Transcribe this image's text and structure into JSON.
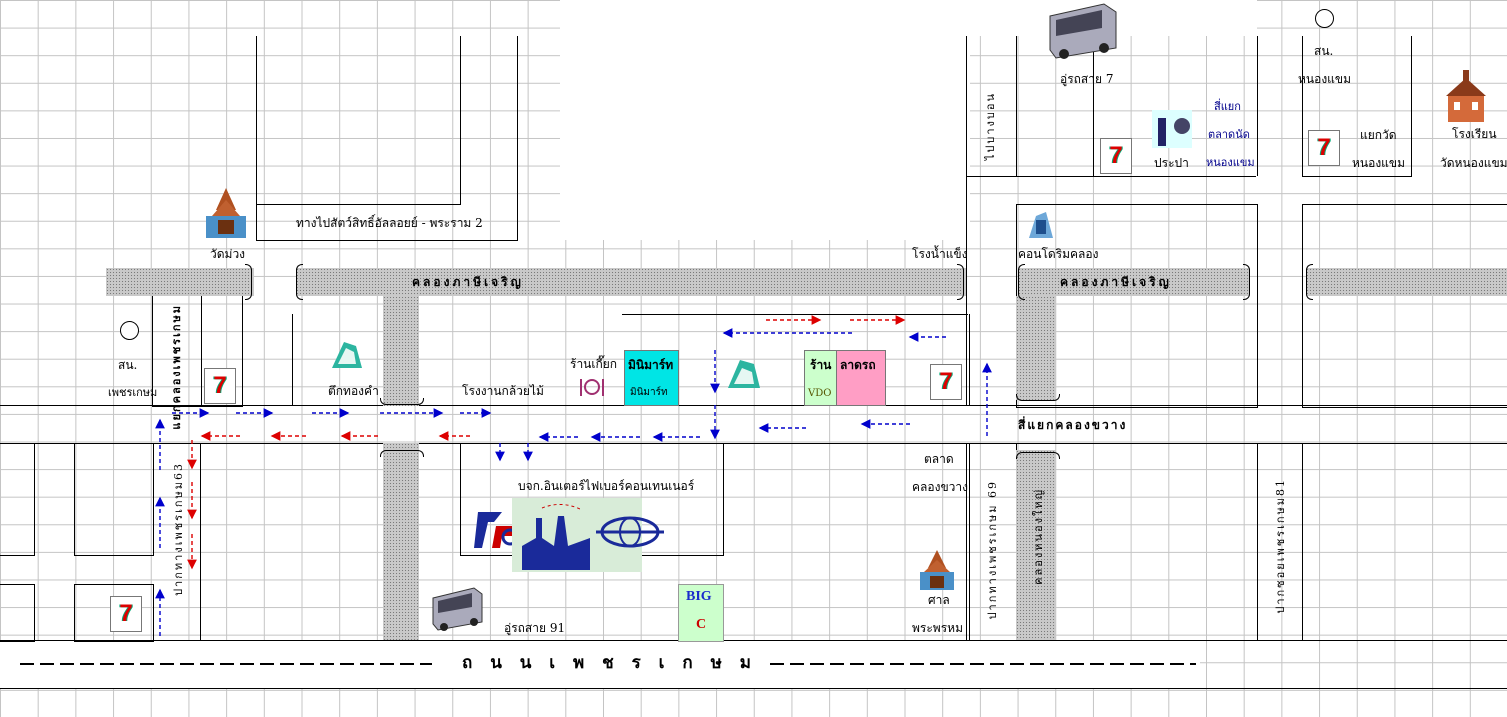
{
  "labels": {
    "canal_1": "คลองภาษีเจริญ",
    "canal_2": "คลองภาษีเจริญ",
    "road_main": "ถ น น เ พ ช ร เ ก ษ ม",
    "route_to_zoo": "ทางไปสัตว์สิทธิ์อัลลอยย์ - พระราม 2",
    "wat_muang": "วัดม่วง",
    "ice_factory": "โรงน้ำแข็ง",
    "condo_canal": "คอนโดริมคลอง",
    "bus_7": "อู่รถสาย 7",
    "bus_91": "อู่รถสาย 91",
    "police_1_a": "สน.",
    "police_1_b": "เพชรเกษม",
    "police_2_a": "สน.",
    "police_2_b": "หนองแขม",
    "school_a": "โรงเรียน",
    "school_b": "วัดหนองแขม",
    "intersection_wat_a": "แยกวัด",
    "intersection_wat_b": "หนองแขม",
    "four_way_a": "สี่แยก",
    "four_way_b": "ตลาดนัด",
    "four_way_c": "หนองแขม",
    "water_supply": "ประปา",
    "to_bang_bon": "ไปบางบอน",
    "tuk_thong_kham": "ตึกทองคำ",
    "orchid_factory": "โรงงานกล้วยไม้",
    "noodle_shop": "ร้านเกี๊ยก",
    "minimart_a": "มินิมาร์ท",
    "minimart_b": "มินิมาร์ท",
    "shop_a": "ร้าน",
    "shop_b": "VDO",
    "salon": "ลาดรถ",
    "khlong_khwang_junction": "สี่แยกคลองขวาง",
    "market_a": "ตลาด",
    "market_b": "คลองขวาง",
    "company": "บจก.อินเตอร์ไฟเบอร์คอนเทนเนอร์",
    "shrine_a": "ศาล",
    "shrine_b": "พระพรหม",
    "bigc_a": "BIG",
    "bigc_b": "C",
    "soi_63": "ปากทางเพชรเกษม63",
    "soi_69": "ปากทางเพชรเกษม 69",
    "soi_81": "ปากซอยเพชรเกษม81",
    "khlong_nong_yai": "คลองหนองใหญ่",
    "intersection_phetkasem": "แยกคลองเพชรเกษม",
    "seven_eleven": "7"
  },
  "colors": {
    "forward_arrow": "#0000cc",
    "return_arrow": "#dd0000",
    "canal": "#c9c9c9",
    "minimart_bg": "#00e5e5",
    "salon_bg": "#ff9ec5",
    "shop_bg": "#ccffcc",
    "bigc_bg": "#ccffcc"
  },
  "icons": [
    "seven-eleven-icon",
    "bus-icon",
    "temple-icon",
    "building-icon",
    "police-box-icon",
    "school-icon",
    "factory-icon",
    "restaurant-icon"
  ]
}
